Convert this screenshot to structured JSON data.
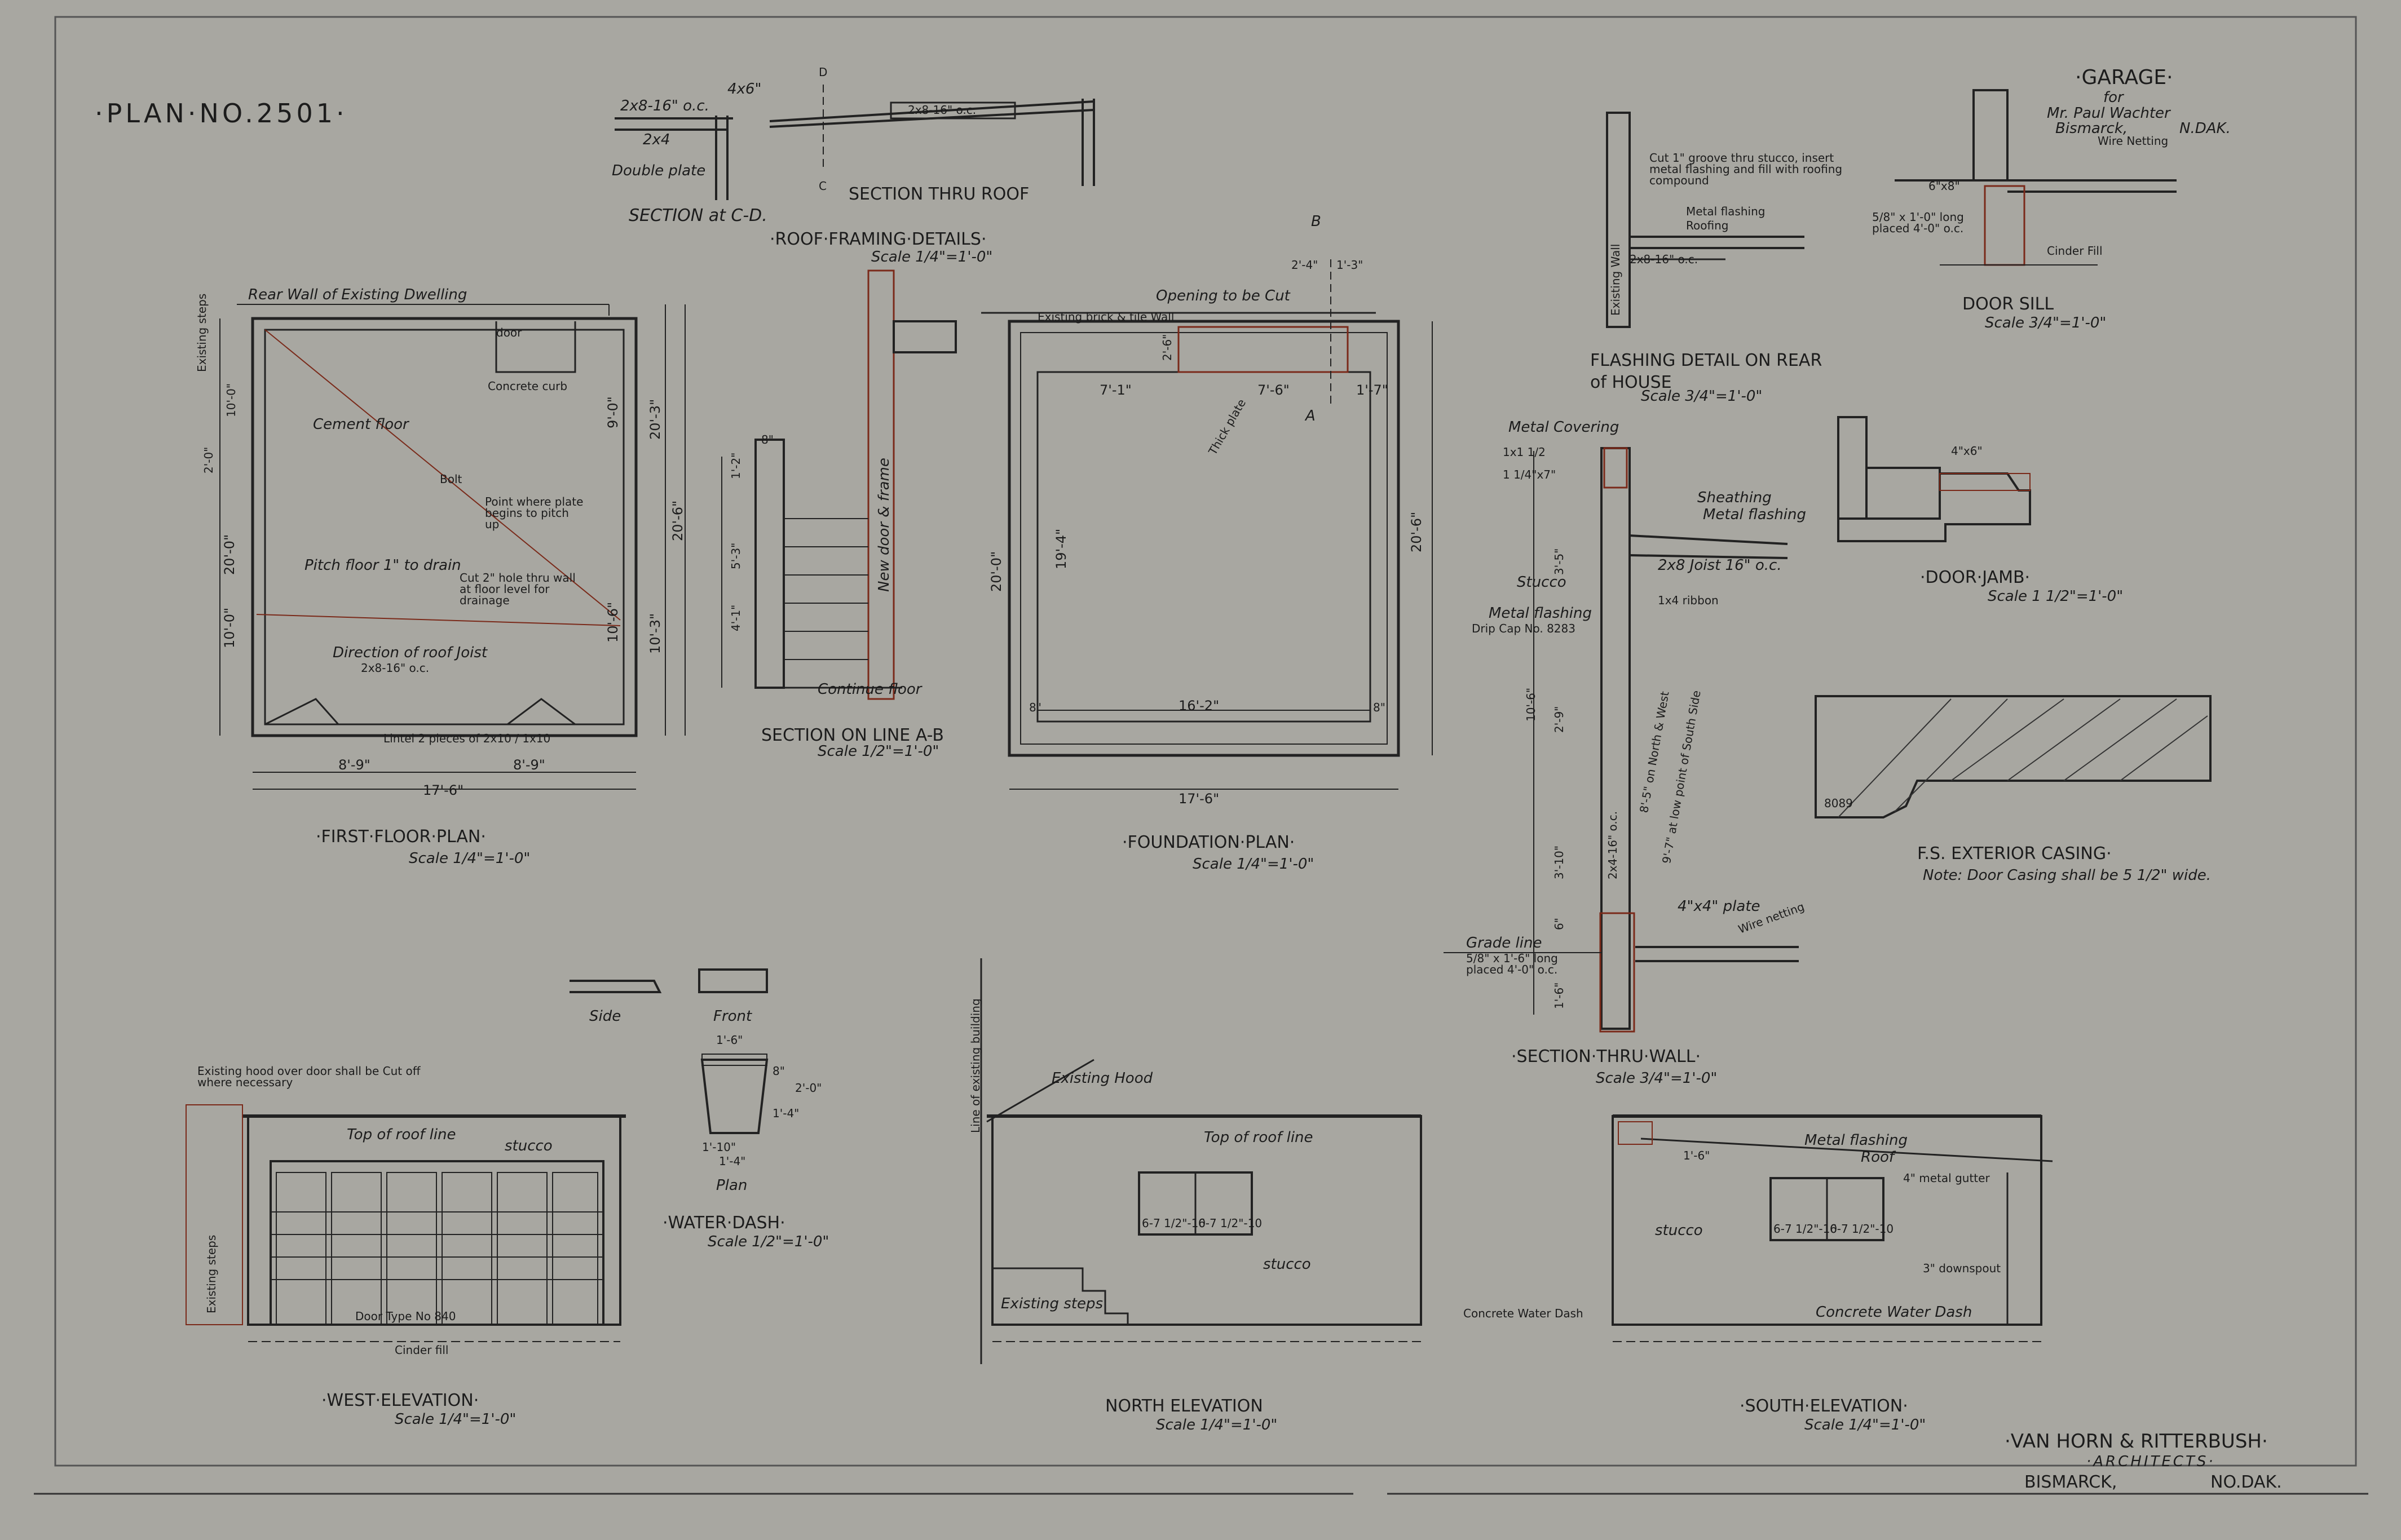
{
  "sheet": {
    "plan_number": "·PLAN·NO.2501·",
    "title_block": {
      "project": "·GARAGE·",
      "for": "for",
      "owner": "Mr. Paul Wachter",
      "city": "Bismarck,",
      "state": "N.DAK.",
      "architect": "·VAN HORN & RITTERBUSH·",
      "architect_sub": "·ARCHITECTS·",
      "firm_city": "BISMARCK,",
      "firm_state": "NO.DAK."
    }
  },
  "drawings": {
    "section_cd": {
      "title": "SECTION at C-D.",
      "notes": [
        "2x8-16\" o.c.",
        "2x4",
        "Double plate",
        "4x6\""
      ]
    },
    "section_roof": {
      "title": "SECTION THRU ROOF",
      "notes": [
        "2x8-16\" o.c.",
        "C",
        "D"
      ]
    },
    "roof_framing": {
      "title": "·ROOF·FRAMING·DETAILS·",
      "scale": "Scale 1/4\"=1'-0\""
    },
    "first_floor": {
      "title": "·FIRST·FLOOR·PLAN·",
      "scale": "Scale 1/4\"=1'-0\"",
      "notes": {
        "rear_wall": "Rear Wall of Existing Dwelling",
        "existing_steps": "Existing steps",
        "cement_floor": "Cement floor",
        "concrete_curb": "Concrete curb",
        "bolt": "Bolt",
        "point_where": "Point where plate begins to pitch up",
        "pitch_floor": "Pitch floor 1\" to drain",
        "cut_hole": "Cut 2\" hole thru wall at floor level for drainage",
        "direction": "Direction of roof Joist",
        "joist_size": "2x8-16\" o.c.",
        "lintel": "Lintel 2 pieces of 2x10 / 1x10",
        "door": "door"
      },
      "dims": {
        "overall": "17'-6\"",
        "left_half": "8'-9\"",
        "right_half": "8'-9\"",
        "depth": "20'-6\"",
        "depth_b": "20'-3\"",
        "left_a": "10'-0\"",
        "left_b": "20'-0\"",
        "right_a": "10'-3\"",
        "right_b": "10'-6\"",
        "right_c": "9'-0\"",
        "steps_a": "10'-0\"",
        "steps_b": "2'-0\""
      }
    },
    "section_ab": {
      "title": "SECTION ON LINE A-B",
      "scale": "Scale 1/2\"=1'-0\"",
      "notes": {
        "continue_floor": "Continue floor",
        "new_door": "New door & frame"
      },
      "dims": {
        "top": "8\"",
        "a": "1'-2\"",
        "b": "5'-3\"",
        "c": "4'-1\""
      }
    },
    "foundation": {
      "title": "·FOUNDATION·PLAN·",
      "scale": "Scale 1/4\"=1'-0\"",
      "notes": {
        "opening": "Opening to be Cut",
        "existing_wall": "Existing brick & tile Wall",
        "thick_plate": "Thick plate",
        "b_mark": "B",
        "a_mark": "A"
      },
      "dims": {
        "overall": "17'-6\"",
        "inner": "16'-2\"",
        "depth": "20'-0\"",
        "depth_r": "20'-6\"",
        "inner_d": "19'-4\"",
        "left": "7'-1\"",
        "mid": "7'-6\"",
        "right": "1'-7\"",
        "small_a": "2'-4\"",
        "small_b": "1'-3\"",
        "side": "2'-6\"",
        "w8": "8\"",
        "w8b": "8\""
      }
    },
    "flashing": {
      "title": "FLASHING DETAIL ON REAR of HOUSE",
      "scale": "Scale 3/4\"=1'-0\"",
      "notes": [
        "Cut 1\" groove thru stucco, insert metal flashing and fill with roofing compound",
        "Metal flashing",
        "Roofing",
        "2x8-16\" o.c.",
        "Existing Wall"
      ]
    },
    "door_sill": {
      "title": "DOOR SILL",
      "scale": "Scale 3/4\"=1'-0\"",
      "notes": [
        "Wire Netting",
        "6\"x8\"",
        "5/8\" x 1'-0\" long placed 4'-0\" o.c.",
        "Cinder Fill"
      ]
    },
    "door_jamb": {
      "title": "·DOOR·JAMB·",
      "scale": "Scale 1 1/2\"=1'-0\"",
      "notes": [
        "4\"x6\""
      ]
    },
    "casing": {
      "title": "F.S. EXTERIOR CASING·",
      "note": "Note: Door Casing shall be 5 1/2\" wide.",
      "mark": "8089"
    },
    "section_wall": {
      "title": "·SECTION·THRU·WALL·",
      "scale": "Scale 3/4\"=1'-0\"",
      "notes": {
        "metal_covering": "Metal Covering",
        "sheathing": "Sheathing",
        "metal_flashing": "Metal flashing",
        "joist": "2x8 Joist 16\" o.c.",
        "stucco": "Stucco",
        "ribbon": "1x4 ribbon",
        "metal_flashing2": "Metal flashing",
        "drip_cap": "Drip Cap No. 8283",
        "north_west": "8'-5\" on North & West",
        "south_side": "9'-7\" at low point of South Side",
        "plate": "4\"x4\" plate",
        "wire_netting": "Wire netting",
        "grade_line": "Grade line",
        "bolts": "5/8\" x 1'-6\" long placed 4'-0\" o.c.",
        "studs": "2x4-16\" o.c."
      },
      "dims": {
        "a": "1x1 1/2",
        "b": "1 1/4\"x7\"",
        "c": "3'-5\"",
        "d": "10'-6\"",
        "e": "2'-9\"",
        "f": "3'-10\"",
        "g": "6\"",
        "h": "1'-6\""
      }
    },
    "water_dash": {
      "title": "·WATER·DASH·",
      "scale": "Scale 1/2\"=1'-0\"",
      "labels": {
        "side": "Side",
        "front": "Front",
        "plan": "Plan"
      },
      "dims": {
        "a": "1'-6\"",
        "b": "2'-0\"",
        "c": "1'-4\"",
        "d": "8\"",
        "e": "1'-4\"",
        "f": "1'-10\""
      }
    },
    "west_elev": {
      "title": "·WEST·ELEVATION·",
      "scale": "Scale 1/4\"=1'-0\"",
      "notes": {
        "hood": "Existing hood over door shall be Cut off where necessary",
        "roof_line": "Top of roof line",
        "stucco": "stucco",
        "door_type": "Door Type No 840",
        "cinder_fill": "Cinder fill",
        "existing_steps": "Existing steps"
      }
    },
    "north_elev": {
      "title": "NORTH ELEVATION",
      "scale": "Scale 1/4\"=1'-0\"",
      "notes": {
        "line_existing": "Line of existing building",
        "hood": "Existing Hood",
        "roof_line": "Top of roof line",
        "stucco": "stucco",
        "existing_steps": "Existing steps",
        "concrete_dash": "Concrete Water Dash",
        "win_a": "6-7 1/2\"-10",
        "win_b": "6-7 1/2\"-10"
      }
    },
    "south_elev": {
      "title": "·SOUTH·ELEVATION·",
      "scale": "Scale 1/4\"=1'-0\"",
      "notes": {
        "metal_flashing": "Metal flashing",
        "roof": "Roof",
        "gutter": "4\" metal gutter",
        "stucco": "stucco",
        "downspout": "3\" downspout",
        "concrete_dash": "Concrete Water Dash",
        "overhang": "1'-6\"",
        "win_a": "6-7 1/2\"-10",
        "win_b": "6-7 1/2\"-10"
      }
    }
  }
}
